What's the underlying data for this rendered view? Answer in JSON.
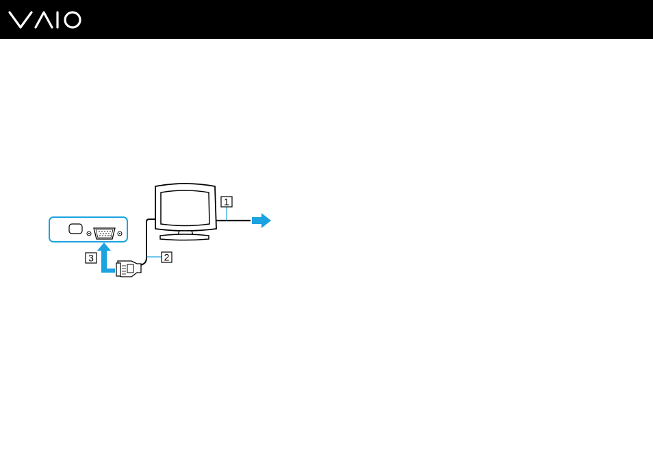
{
  "header": {
    "brand_logo_text": "VAIO",
    "background_color": "#000000",
    "logo_color": "#ffffff"
  },
  "diagram": {
    "accent_color": "#1aa3e0",
    "callouts": [
      {
        "number": "1"
      },
      {
        "number": "2"
      },
      {
        "number": "3"
      }
    ],
    "icons": [
      "monitor-icon",
      "vga-port-icon",
      "vga-connector-icon",
      "arrow-right-icon",
      "arrow-up-icon"
    ]
  }
}
